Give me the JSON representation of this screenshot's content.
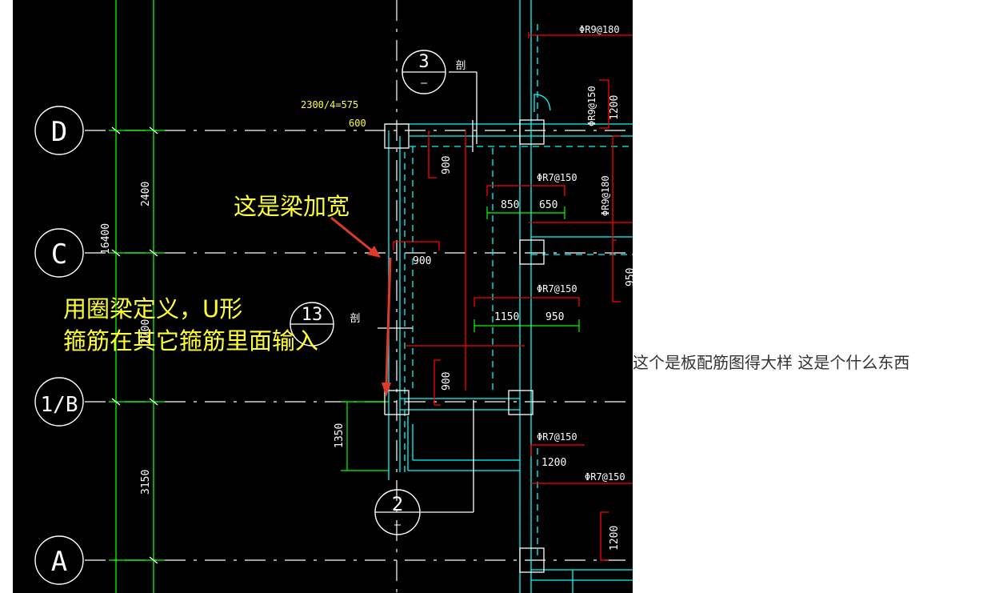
{
  "drawing": {
    "axis_labels": [
      "D",
      "C",
      "1/B",
      "A"
    ],
    "section_markers": [
      "3",
      "13",
      "2"
    ],
    "section_marker_suffix": "剖",
    "dimensions": {
      "d_2400": "2400",
      "d_16400": "16400",
      "d_2700": "2700",
      "d_3150": "3150",
      "d_1350": "1350",
      "d_900_top": "900",
      "d_900_mid": "900",
      "d_900_low": "900",
      "d_850": "850",
      "d_650": "650",
      "d_1150": "1150",
      "d_950": "950",
      "d_1200_a": "1200",
      "d_1200_b": "1200",
      "d_1200_c": "1200",
      "d_950_right": "950",
      "formula": "2300/4=575",
      "d_600": "600"
    },
    "rebar": {
      "r1": "ΦR9@180",
      "r2": "ΦR9@150",
      "r3": "ΦR9@180",
      "r4": "ΦR7@150",
      "r5": "ΦR7@150",
      "r6": "ΦR7@150",
      "r7": "ΦR7@150"
    },
    "annotations": {
      "beam_widen": "这是梁加宽",
      "ring_beam_line1": "用圈梁定义，U形",
      "ring_beam_line2": "箍筋在其它箍筋里面输入"
    },
    "colors": {
      "background": "#000000",
      "axis_line": "#ffffff",
      "grid_green": "#00ff00",
      "beam_cyan": "#00ffff",
      "rebar_red": "#ff0000",
      "annotation_yellow": "#ffff33",
      "arrow_red": "#e03a2c"
    }
  },
  "caption": "这个是板配筋图得大样 这是个什么东西"
}
